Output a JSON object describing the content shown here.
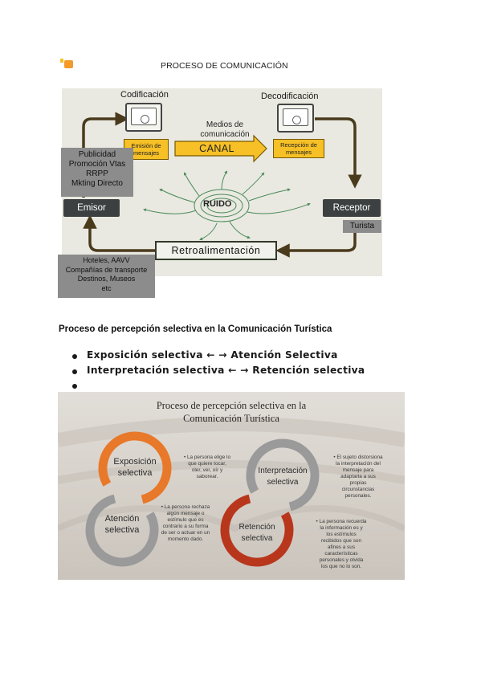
{
  "figure1": {
    "title": "PROCESO DE COMUNICACIÓN",
    "codificacion": "Codificación",
    "decodificacion": "Decodificación",
    "emision": "Emisión de mensajes",
    "recepcion": "Recepción de mensajes",
    "medios": "Medios de comunicación",
    "canal": "CANAL",
    "emisor_examples": [
      "Publicidad",
      "Promoción Vtas",
      "RRPP",
      "Mkting Directo"
    ],
    "emisor": "Emisor",
    "ruido": "RUIDO",
    "receptor": "Receptor",
    "turista": "Turista",
    "retroalimentacion": "Retroalimentación",
    "feedback_examples": [
      "Hoteles, AAVV",
      "Compañías de transporte",
      "Destinos, Museos",
      "etc"
    ],
    "colors": {
      "yellow": "#f6c026",
      "dark": "#3c4040",
      "arrow": "#4a3a1c"
    }
  },
  "heading": "Proceso de percepción selectiva en la Comunicación Turística",
  "bullets": [
    "Exposición selectiva ← → Atención Selectiva",
    "Interpretación selectiva ← → Retención selectiva",
    ""
  ],
  "figure2": {
    "title_lines": [
      "Proceso de percepción selectiva en la",
      "Comunicación Turística"
    ],
    "exposicion": [
      "Exposición",
      "selectiva"
    ],
    "atencion": [
      "Atención",
      "selectiva"
    ],
    "interpretacion": [
      "Interpretación",
      "selectiva"
    ],
    "retencion": [
      "Retención",
      "selectiva"
    ],
    "note_exposicion": [
      "• La persona elige lo",
      "que quiere tocar,",
      "oler, ver, oír y",
      "saborear."
    ],
    "note_atencion": [
      "• La persona rechaza",
      "algún mensaje o",
      "estímulo que es",
      "contrario a su forma",
      "de ser o actuar en un",
      "momento dado."
    ],
    "note_interpretacion": [
      "• El sujeto distorsiona",
      "la interpretación del",
      "mensaje para",
      "adaptarla a sus",
      "propias",
      "circunstancias",
      "personales."
    ],
    "note_retencion": [
      "• La persona recuerda",
      "la información es y",
      "los estímulos",
      "recibidos que son",
      "afines a sus",
      "características",
      "personales y olvida",
      "los que no lo son."
    ],
    "colors": {
      "orange": "#e8782a",
      "gray": "#9a9a9a",
      "red": "#b8361c"
    }
  }
}
